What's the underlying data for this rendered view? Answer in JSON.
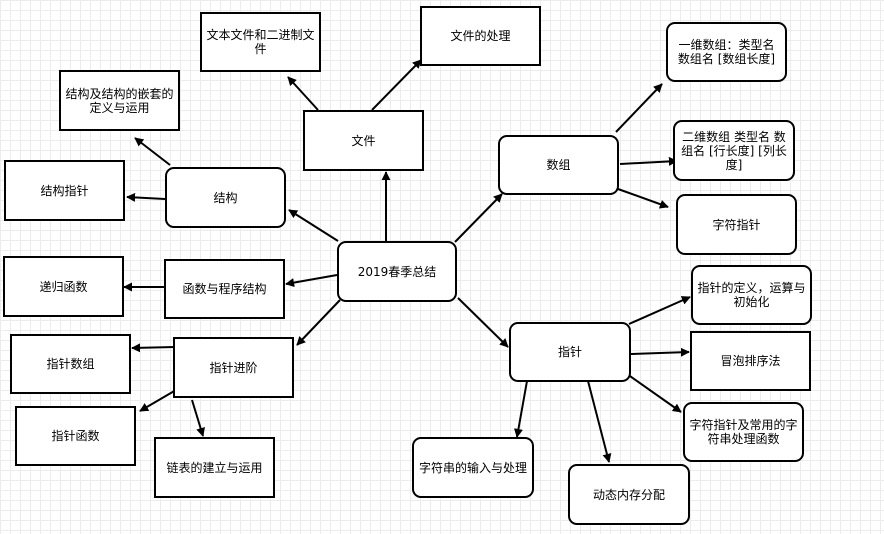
{
  "diagram": {
    "nodes": {
      "center": "2019春季总结",
      "file": "文件",
      "text_binary": "文本文件和二进制文件",
      "file_processing": "文件的处理",
      "struct": "结构",
      "struct_nesting": "结构及结构的嵌套的定义与运用",
      "struct_pointer": "结构指针",
      "functions": "函数与程序结构",
      "recursion": "递归函数",
      "adv_pointer": "指针进阶",
      "pointer_array": "指针数组",
      "pointer_function": "指针函数",
      "linked_list": "链表的建立与运用",
      "array": "数组",
      "array_1d": "一维数组：类型名 数组名 [数组长度]",
      "array_2d": "二维数组 类型名 数组名 [行长度] [列长度]",
      "char_pointer": "字符指针",
      "pointer": "指针",
      "pointer_def": "指针的定义，运算与初始化",
      "bubble_sort": "冒泡排序法",
      "string_funcs": "字符指针及常用的字符串处理函数",
      "string_io": "字符串的输入与处理",
      "dynamic_mem": "动态内存分配"
    }
  }
}
